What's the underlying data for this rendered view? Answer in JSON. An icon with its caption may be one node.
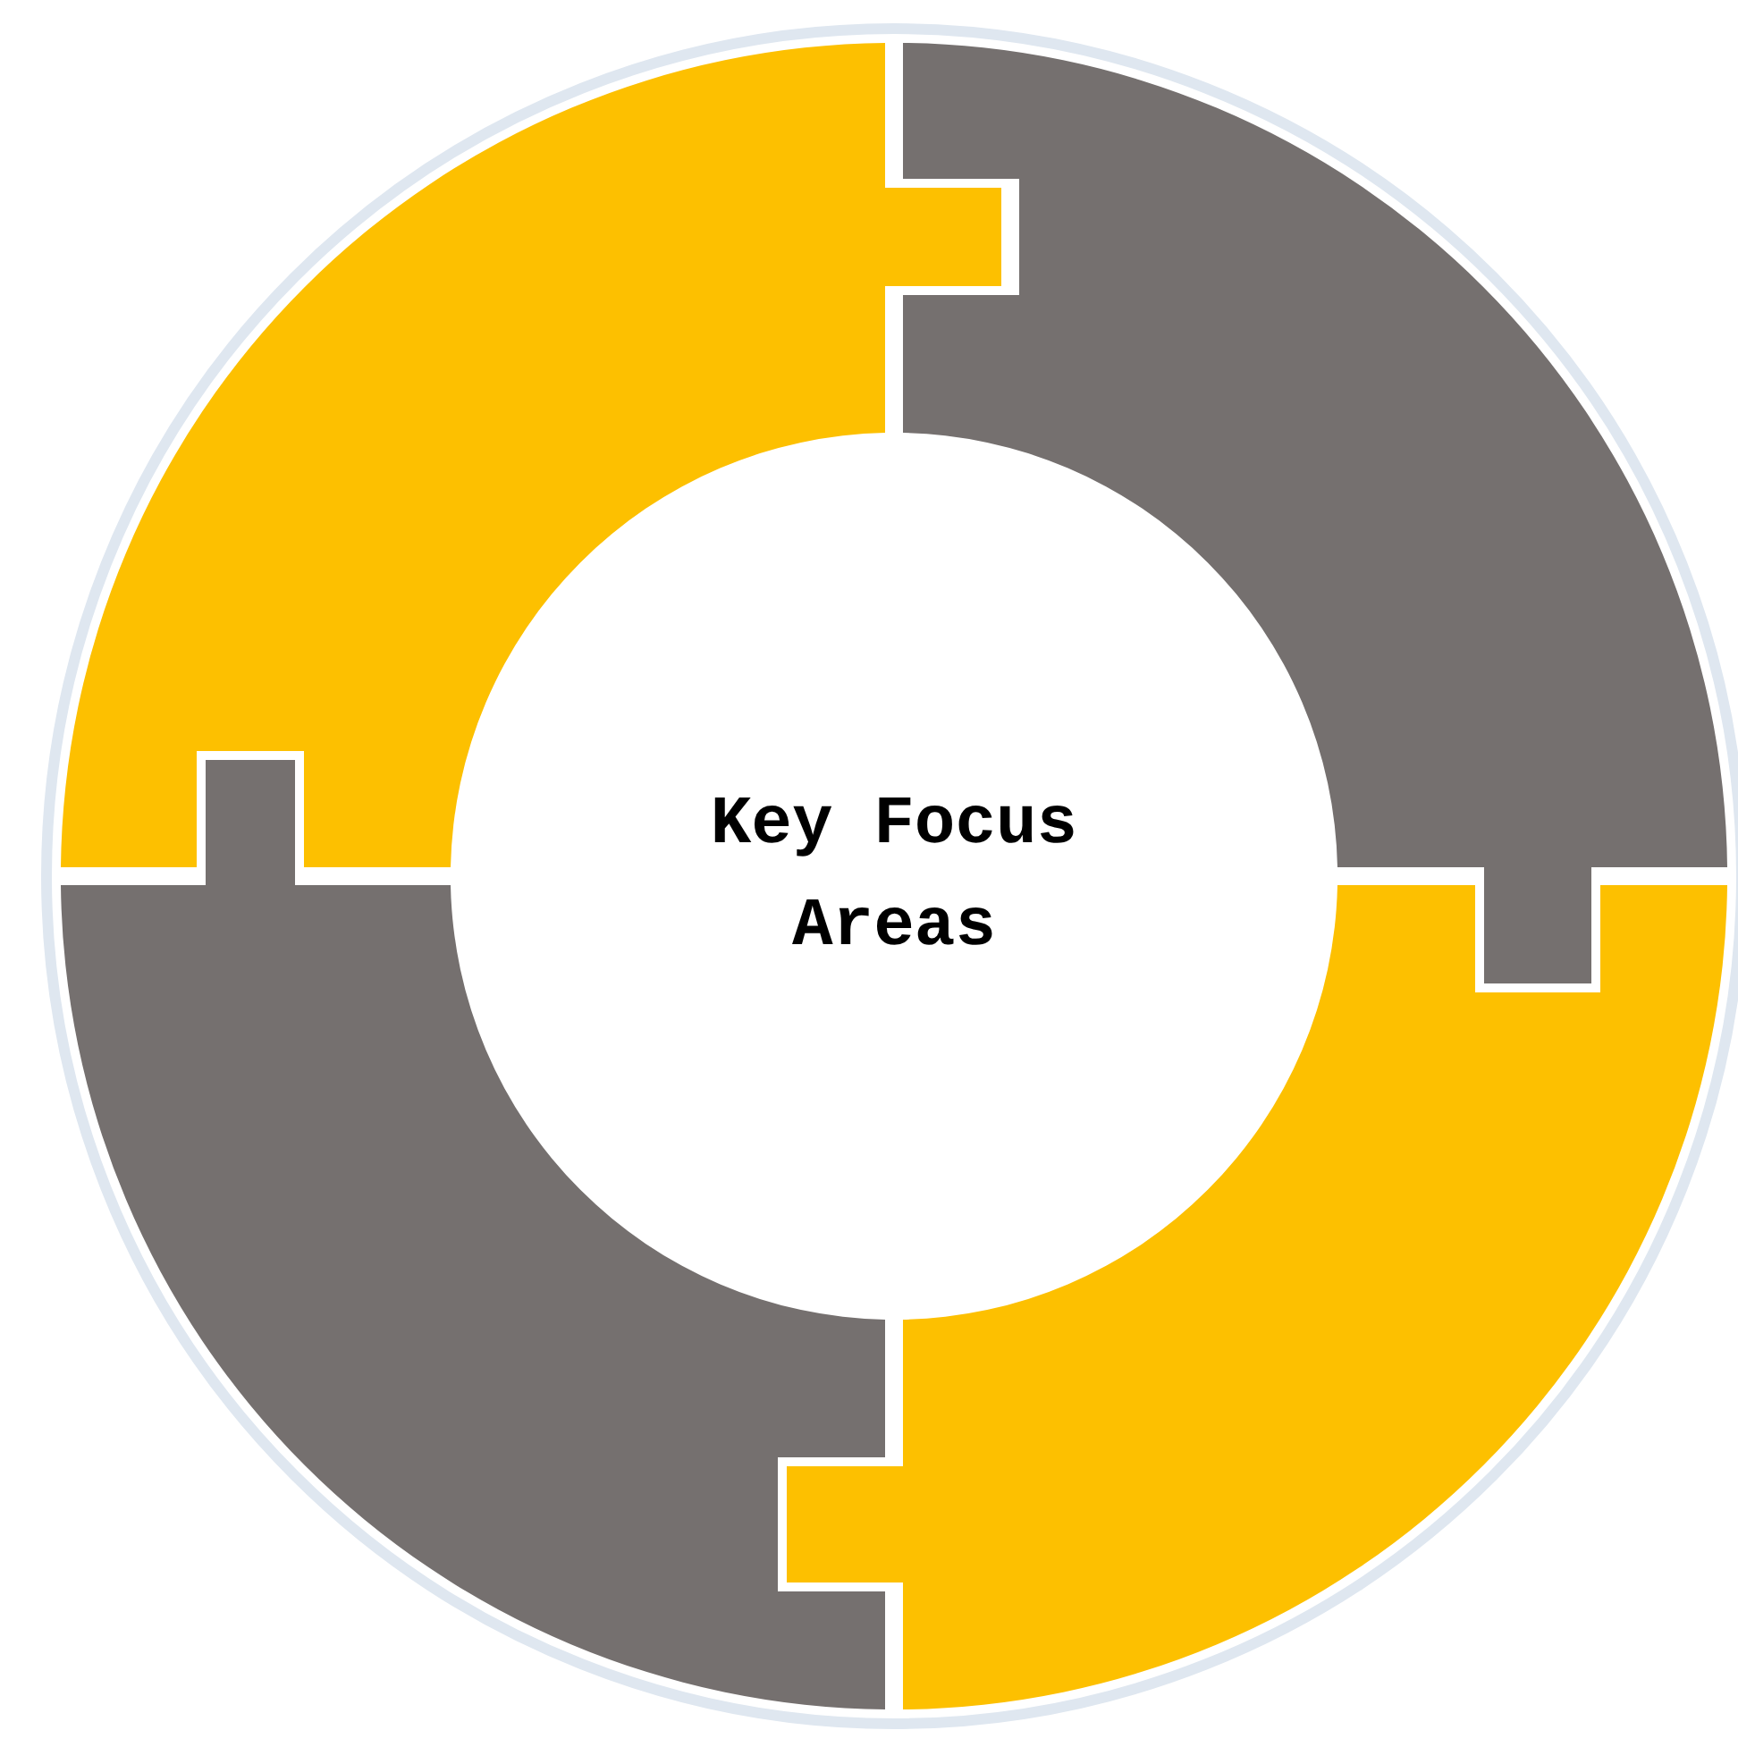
{
  "diagram": {
    "nodes": [
      {
        "text": [],
        "shape": "arc"
      },
      {
        "text": [],
        "shape": "arc"
      },
      {
        "text": [
          "Key Focus Areas"
        ]
      },
      {
        "text": [],
        "shape": "arc"
      },
      {
        "text": [],
        "shape": "arc"
      }
    ]
  }
}
